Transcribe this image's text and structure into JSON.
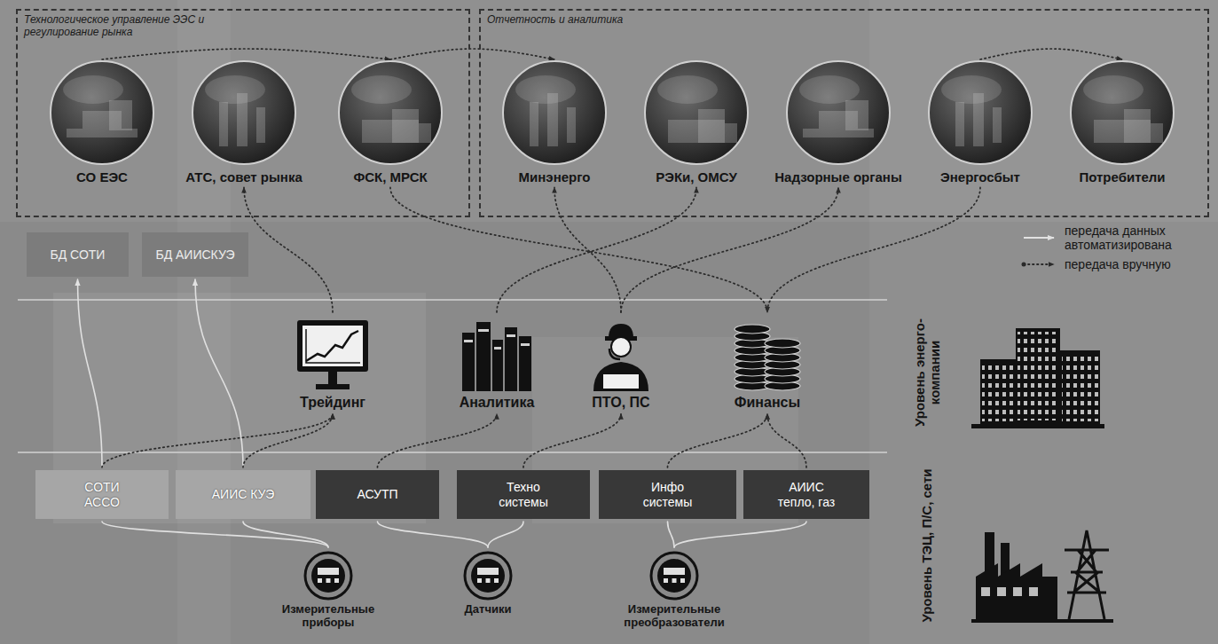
{
  "diagram": {
    "nodes": [
      {
        "text": [
          "Технологическое управление ЭЭС и регулирование рынка"
        ]
      },
      {
        "text": [
          "СО ЕЭС"
        ],
        "in": 0
      },
      {
        "text": [
          "АТС, совет рынка"
        ],
        "in": 0
      },
      {
        "text": [
          "ФСК, МРСК"
        ],
        "in": 0
      },
      {
        "text": [
          "Отчетность и аналитика"
        ]
      },
      {
        "text": [
          "Минэнерго"
        ],
        "in": 4
      },
      {
        "text": [
          "РЭКи, ОМСУ"
        ],
        "in": 4
      },
      {
        "text": [
          "Надзорные органы"
        ],
        "in": 4
      },
      {
        "text": [
          "Энергосбыт"
        ],
        "in": 4
      },
      {
        "text": [
          "Потребители"
        ],
        "in": 4
      },
      {
        "text": [
          "БД СОТИ"
        ]
      },
      {
        "text": [
          "БД АИИСКУЭ"
        ]
      },
      {
        "text": [
          "Трейдинг"
        ]
      },
      {
        "text": [
          "Аналитика"
        ]
      },
      {
        "text": [
          "ПТО, ПС"
        ]
      },
      {
        "text": [
          "Финансы"
        ]
      },
      {
        "text": [
          "СОТИ АССО"
        ]
      },
      {
        "text": [
          "АИИС КУЭ"
        ]
      },
      {
        "text": [
          "АСУТП"
        ]
      },
      {
        "text": [
          "Техно системы"
        ]
      },
      {
        "text": [
          "Инфо системы"
        ]
      },
      {
        "text": [
          "АИИС тепло, газ"
        ]
      },
      {
        "text": [
          "Измерительные приборы"
        ]
      },
      {
        "text": [
          "Датчики"
        ]
      },
      {
        "text": [
          "Измерительные преобразователи"
        ]
      }
    ],
    "edges": [
      {
        "from": 1,
        "to": 3,
        "arrow": "to"
      },
      {
        "from": 3,
        "to": 5,
        "arrow": "to"
      },
      {
        "from": 8,
        "to": 9,
        "arrow": "to"
      },
      {
        "from": 12,
        "to": 2,
        "arrow": "to"
      },
      {
        "from": 13,
        "to": 6,
        "arrow": "to"
      },
      {
        "from": 14,
        "to": 5,
        "arrow": "to"
      },
      {
        "from": 14,
        "to": 7,
        "arrow": "to"
      },
      {
        "from": 3,
        "to": 15,
        "arrow": "to"
      },
      {
        "from": 8,
        "to": 15,
        "arrow": "to"
      },
      {
        "from": 16,
        "to": 10,
        "arrow": "to"
      },
      {
        "from": 17,
        "to": 11,
        "arrow": "to"
      },
      {
        "from": 16,
        "to": 12,
        "arrow": "to"
      },
      {
        "from": 17,
        "to": 12,
        "arrow": "to"
      },
      {
        "from": 18,
        "to": 13,
        "arrow": "to"
      },
      {
        "from": 19,
        "to": 14,
        "arrow": "to"
      },
      {
        "from": 20,
        "to": 15,
        "arrow": "to"
      },
      {
        "from": 21,
        "to": 15,
        "arrow": "to"
      },
      {
        "from": 22,
        "to": 16,
        "arrow": "none"
      },
      {
        "from": 22,
        "to": 17,
        "arrow": "none"
      },
      {
        "from": 23,
        "to": 18,
        "arrow": "none"
      },
      {
        "from": 23,
        "to": 19,
        "arrow": "none"
      },
      {
        "from": 24,
        "to": 20,
        "arrow": "none"
      },
      {
        "from": 24,
        "to": 21,
        "arrow": "none"
      }
    ],
    "labels": [
      "Уровень энерго-компании",
      "Уровень ТЭЦ, П/С, сети"
    ],
    "legend": [
      {
        "text": "передача данных автоматизирована"
      },
      {
        "text": "передача вручную"
      }
    ]
  }
}
